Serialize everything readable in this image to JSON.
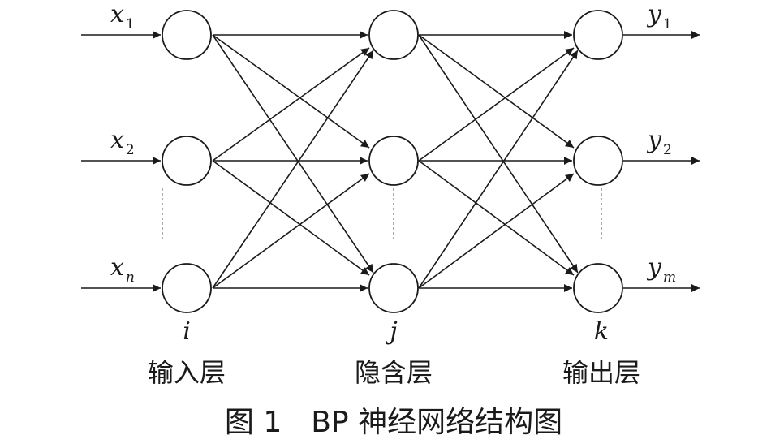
{
  "inputs": [
    {
      "var": "x",
      "sub": "1"
    },
    {
      "var": "x",
      "sub": "2"
    },
    {
      "var": "x",
      "sub": "n"
    }
  ],
  "outputs": [
    {
      "var": "y",
      "sub": "1"
    },
    {
      "var": "y",
      "sub": "2"
    },
    {
      "var": "y",
      "sub": "m"
    }
  ],
  "layers": [
    {
      "index": "i",
      "name": "输入层"
    },
    {
      "index": "j",
      "name": "隐含层"
    },
    {
      "index": "k",
      "name": "输出层"
    }
  ],
  "caption": "图 1　BP 神经网络结构图"
}
